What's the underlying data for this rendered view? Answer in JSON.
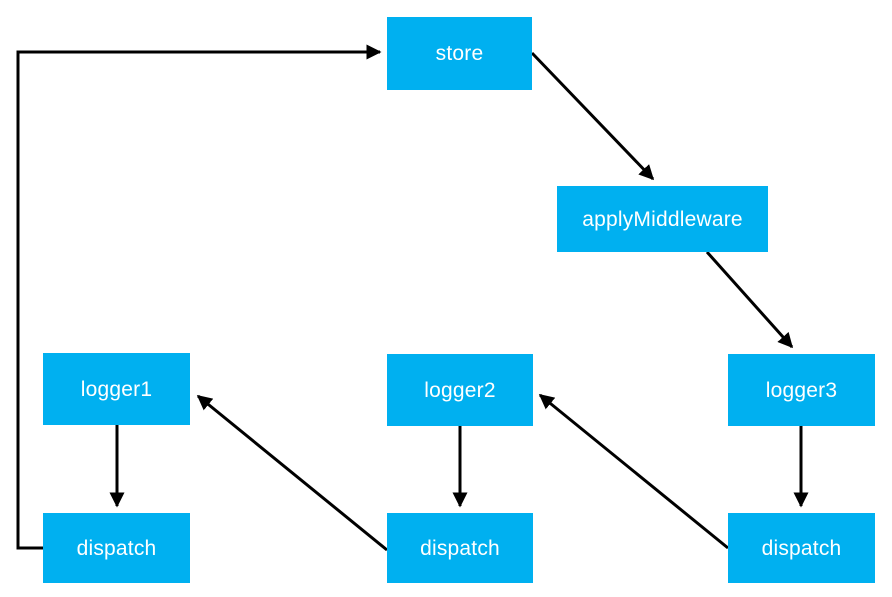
{
  "colors": {
    "node_fill": "#00B0F0",
    "node_text": "#FFFFFF",
    "arrow": "#000000",
    "background": "#FFFFFF"
  },
  "diagram": {
    "type": "flowchart",
    "topic": "redux applyMiddleware dispatch chain",
    "nodes": {
      "store": {
        "label": "store"
      },
      "applyMiddleware": {
        "label": "applyMiddleware"
      },
      "logger3": {
        "label": "logger3"
      },
      "logger2": {
        "label": "logger2"
      },
      "logger1": {
        "label": "logger1"
      },
      "dispatch1": {
        "label": "dispatch"
      },
      "dispatch2": {
        "label": "dispatch"
      },
      "dispatch3": {
        "label": "dispatch"
      }
    },
    "edges": [
      {
        "from": "store",
        "to": "applyMiddleware",
        "style": "diagonal-arrow"
      },
      {
        "from": "applyMiddleware",
        "to": "logger3",
        "style": "diagonal-arrow"
      },
      {
        "from": "logger3",
        "to": "dispatch3",
        "style": "vertical-arrow"
      },
      {
        "from": "dispatch3",
        "to": "logger2",
        "style": "diagonal-arrow"
      },
      {
        "from": "logger2",
        "to": "dispatch2",
        "style": "vertical-arrow"
      },
      {
        "from": "dispatch2",
        "to": "logger1",
        "style": "diagonal-arrow"
      },
      {
        "from": "logger1",
        "to": "dispatch1",
        "style": "vertical-arrow"
      },
      {
        "from": "dispatch1",
        "to": "store",
        "style": "orthogonal-loop-arrow"
      }
    ]
  }
}
